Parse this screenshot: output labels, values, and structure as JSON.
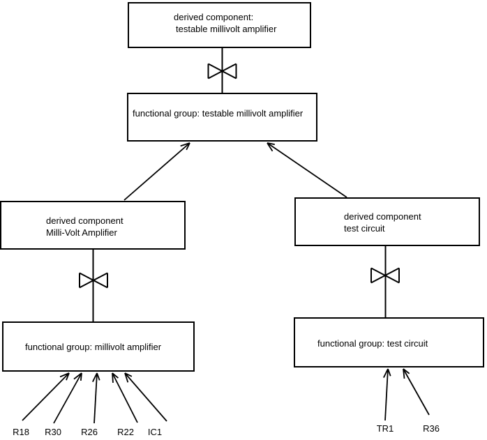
{
  "diagram": {
    "nodes": {
      "top_derived": {
        "line1": "derived component:",
        "line2": "testable millivolt amplifier"
      },
      "top_functional": {
        "label": "functional group: testable millivolt amplifier"
      },
      "left_derived": {
        "line1": "derived component",
        "line2": "Milli-Volt Amplifier"
      },
      "left_functional": {
        "label": "functional group: millivolt amplifier"
      },
      "right_derived": {
        "line1": "derived component",
        "line2": "test circuit"
      },
      "right_functional": {
        "label": "functional group: test circuit"
      }
    },
    "leaf_labels": {
      "left": [
        "R18",
        "R30",
        "R26",
        "R22",
        "IC1"
      ],
      "right": [
        "TR1",
        "R36"
      ]
    },
    "colors": {
      "line": "#000000",
      "background": "#ffffff"
    }
  }
}
